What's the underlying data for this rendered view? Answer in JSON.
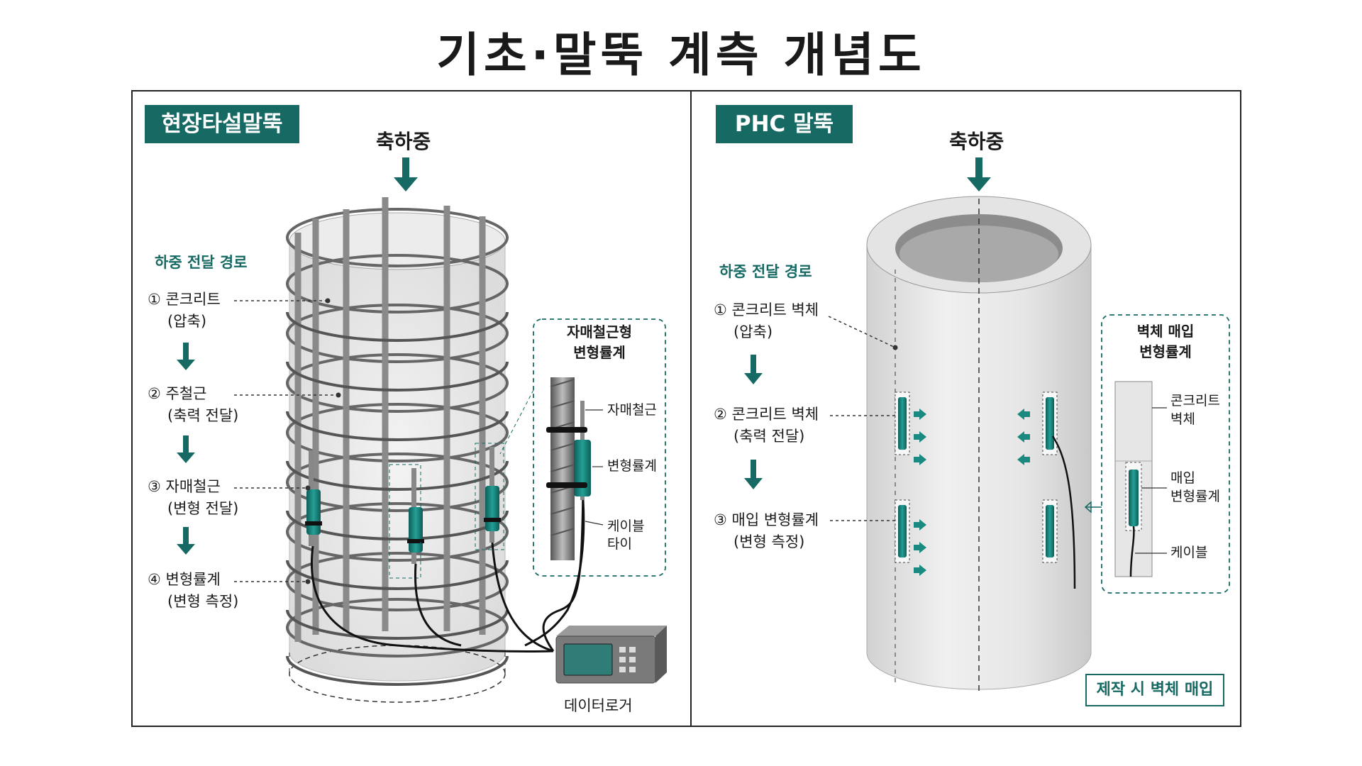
{
  "title": "기초·말뚝 계측 개념도",
  "colors": {
    "accent": "#176a63",
    "rebar": "#777777",
    "gauge": "#1a8a80",
    "concrete": "#e9e9e9"
  },
  "left_panel": {
    "tag": "현장타설말뚝",
    "axial_load": "축하중",
    "path_title": "하중 전달 경로",
    "steps": [
      {
        "label": "① 콘크리트",
        "sub": "(압축)"
      },
      {
        "label": "② 주철근",
        "sub": "(축력 전달)"
      },
      {
        "label": "③ 자매철근",
        "sub": "(변형 전달)"
      },
      {
        "label": "④ 변형률계",
        "sub": "(변형 측정)"
      }
    ],
    "detail": {
      "title_line1": "자매철근형",
      "title_line2": "변형률계",
      "labels": [
        "자매철근",
        "변형률계",
        "케이블",
        "타이"
      ]
    },
    "logger_label": "데이터로거"
  },
  "right_panel": {
    "tag": "PHC 말뚝",
    "axial_load": "축하중",
    "path_title": "하중 전달 경로",
    "steps": [
      {
        "label": "① 콘크리트 벽체",
        "sub": "(압축)"
      },
      {
        "label": "② 콘크리트 벽체",
        "sub": "(축력 전달)"
      },
      {
        "label": "③ 매입 변형률계",
        "sub": "(변형 측정)"
      }
    ],
    "detail": {
      "title_line1": "벽체 매입",
      "title_line2": "변형률계",
      "labels": [
        "콘크리트",
        "벽체",
        "매입",
        "변형률계",
        "케이블"
      ]
    },
    "embed_note": "제작 시 벽체 매입"
  }
}
